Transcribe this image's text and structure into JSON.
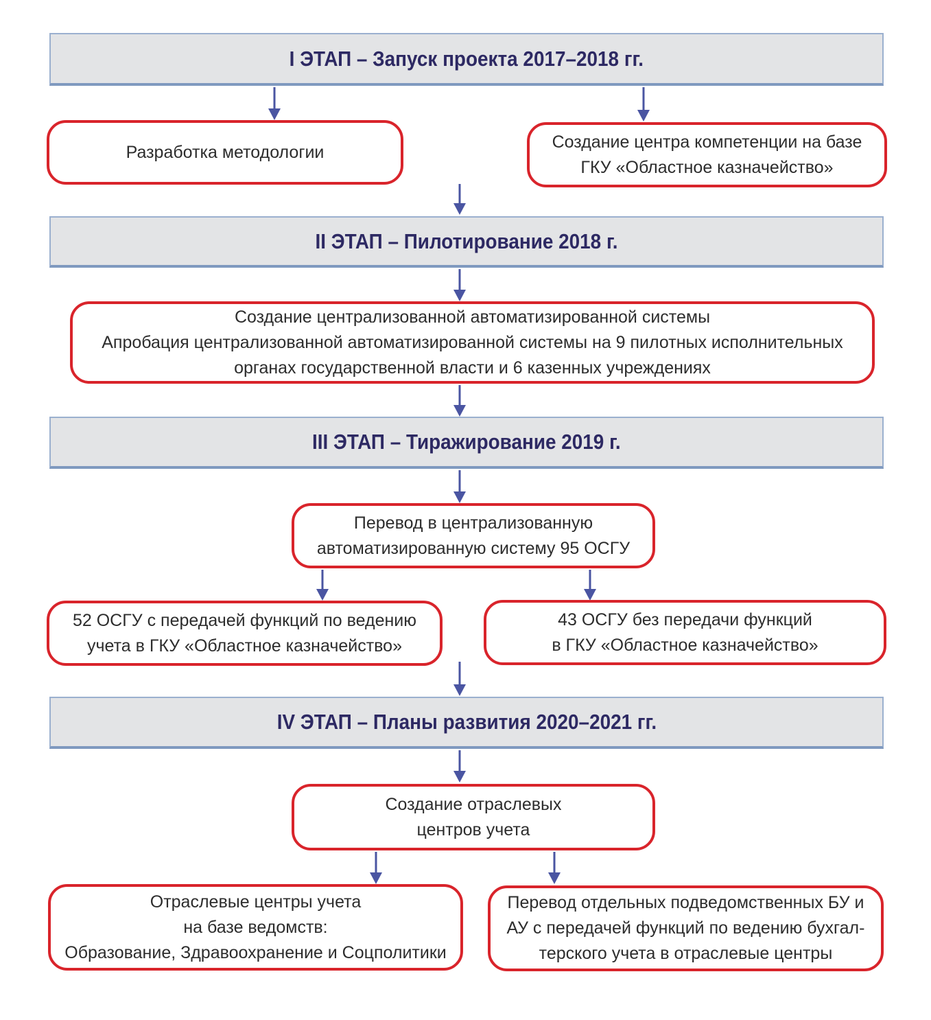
{
  "palette": {
    "page_background": "#ffffff",
    "stage_header_background": "#e3e4e6",
    "stage_header_border": "#9bb0cf",
    "stage_header_text": "#2d2963",
    "node_border": "#d9242b",
    "node_text": "#2d2d2d",
    "arrow": "#4a55a2"
  },
  "stages": [
    {
      "title": "I ЭТАП – Запуск проекта 2017–2018 гг."
    },
    {
      "title": "II ЭТАП – Пилотирование 2018 г."
    },
    {
      "title": "III ЭТАП – Тиражирование 2019 г."
    },
    {
      "title": "IV ЭТАП – Планы развития 2020–2021 гг."
    }
  ],
  "nodes": {
    "methodology": {
      "lines": [
        "Разработка методологии"
      ]
    },
    "competence_center": {
      "lines": [
        "Создание центра компетенции на базе",
        "ГКУ «Областное казначейство»"
      ]
    },
    "pilot_system": {
      "lines": [
        "Создание централизованной автоматизированной системы",
        "Апробация централизованной автоматизированной системы на 9 пилотных исполнительных",
        "органах государственной власти и 6 казенных учреждениях"
      ]
    },
    "transfer_95": {
      "lines": [
        "Перевод в централизованную",
        "автоматизированную систему 95 ОСГУ"
      ]
    },
    "osgu_52": {
      "lines": [
        "52 ОСГУ с передачей функций по ведению",
        "учета в ГКУ «Областное казначейство»"
      ]
    },
    "osgu_43": {
      "lines": [
        "43 ОСГУ без передачи функций",
        "в ГКУ «Областное казначейство»"
      ]
    },
    "industry_centers": {
      "lines": [
        "Создание отраслевых",
        "центров учета"
      ]
    },
    "centers_by_agency": {
      "lines": [
        "Отраслевые центры учета",
        "на базе ведомств:",
        "Образование, Здравоохранение и Соцполитики"
      ]
    },
    "bu_au_transfer": {
      "lines": [
        "Перевод отдельных подведомственных БУ и",
        "АУ с передачей функций по ведению бухгал-",
        "терского учета в отраслевые центры"
      ]
    }
  }
}
